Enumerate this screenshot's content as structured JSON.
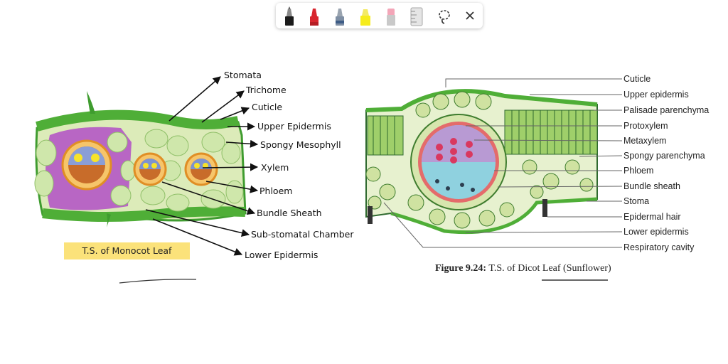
{
  "toolbar": {
    "tools": [
      {
        "name": "black-pen-tool",
        "icon": "pen-icon",
        "color": "#1b1b1b"
      },
      {
        "name": "red-pen-tool",
        "icon": "pen-icon",
        "color": "#d8262e"
      },
      {
        "name": "blue-pen-tool",
        "icon": "pen-icon",
        "color": "#3d5c86"
      },
      {
        "name": "highlighter-tool",
        "icon": "highlighter-icon",
        "color": "#f6ec1c"
      },
      {
        "name": "eraser-tool",
        "icon": "eraser-icon",
        "color": "#f3a6b8"
      },
      {
        "name": "ruler-tool",
        "icon": "ruler-icon",
        "color": "#bdbdbd"
      },
      {
        "name": "lasso-tool",
        "icon": "lasso-icon",
        "color": "#333333"
      },
      {
        "name": "close-tool",
        "icon": "close-icon",
        "color": "#333333"
      }
    ]
  },
  "monocot": {
    "labels": {
      "stomata": "Stomata",
      "trichome": "Trichome",
      "cuticle": "Cuticle",
      "upper_epidermis": "Upper Epidermis",
      "spongy_mesophyll": "Spongy Mesophyll",
      "xylem": "Xylem",
      "phloem": "Phloem",
      "bundle_sheath": "Bundle Sheath",
      "sub_stomatal_chamber": "Sub-stomatal Chamber",
      "lower_epidermis": "Lower Epidermis"
    },
    "caption": "T.S. of Monocot Leaf"
  },
  "dicot": {
    "labels": {
      "cuticle": "Cuticle",
      "upper_epidermis": "Upper epidermis",
      "palisade_parenchyma": "Palisade parenchyma",
      "protoxylem": "Protoxylem",
      "metaxylem": "Metaxylem",
      "spongy_parenchyma": "Spongy parenchyma",
      "phloem": "Phloem",
      "bundle_sheath": "Bundle sheath",
      "stoma": "Stoma",
      "epidermal_hair": "Epidermal hair",
      "lower_epidermis": "Lower epidermis",
      "respiratory_cavity": "Respiratory cavity"
    },
    "figure_number": "Figure 9.24:",
    "figure_title": "T.S. of Dicot Leaf (Sunflower)"
  },
  "colors": {
    "monocot_epidermis": "#3f9c2f",
    "monocot_mesophyll": "#cfe7ab",
    "monocot_purple": "#b24fc6",
    "bundle_sheath": "#f0a236",
    "xylem_yellow": "#f7e32a",
    "dicot_cell": "#cfe2a1",
    "dicot_xylem": "#b89ad3",
    "dicot_phloem": "#8fd1df",
    "dicot_sheath": "#e46b6b",
    "caption_bg": "#fbe27a"
  }
}
